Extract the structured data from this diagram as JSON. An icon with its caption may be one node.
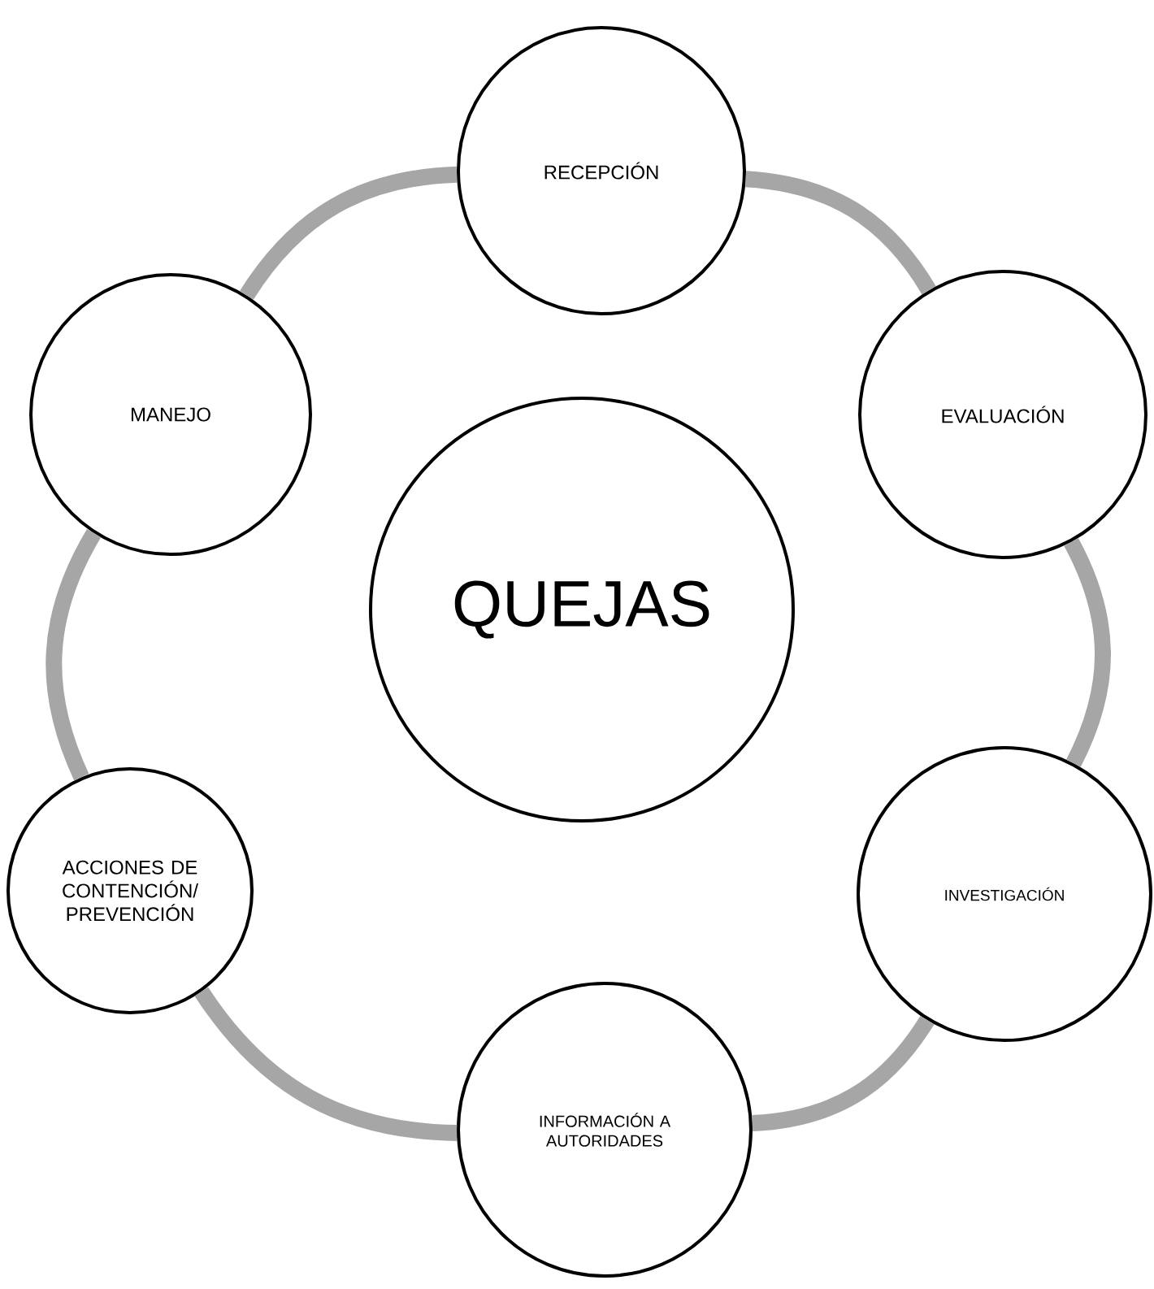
{
  "diagram": {
    "nodes": [
      {
        "text": [
          "QUEJAS"
        ]
      },
      {
        "text": [
          "RECEPCIÓN"
        ]
      },
      {
        "text": [
          "EVALUACIÓN"
        ]
      },
      {
        "text": [
          "INVESTIGACIÓN"
        ]
      },
      {
        "text": [
          "INFORMACIÓN A AUTORIDADES"
        ]
      },
      {
        "text": [
          "ACCIONES DE CONTENCIÓN/ PREVENCIÓN"
        ]
      },
      {
        "text": [
          "MANEJO"
        ]
      }
    ],
    "edges": [
      {
        "from": 1,
        "to": 2,
        "arrow": "none"
      },
      {
        "from": 2,
        "to": 3,
        "arrow": "none"
      },
      {
        "from": 3,
        "to": 4,
        "arrow": "none"
      },
      {
        "from": 4,
        "to": 5,
        "arrow": "none"
      },
      {
        "from": 5,
        "to": 6,
        "arrow": "none"
      },
      {
        "from": 6,
        "to": 1,
        "arrow": "none"
      }
    ]
  }
}
